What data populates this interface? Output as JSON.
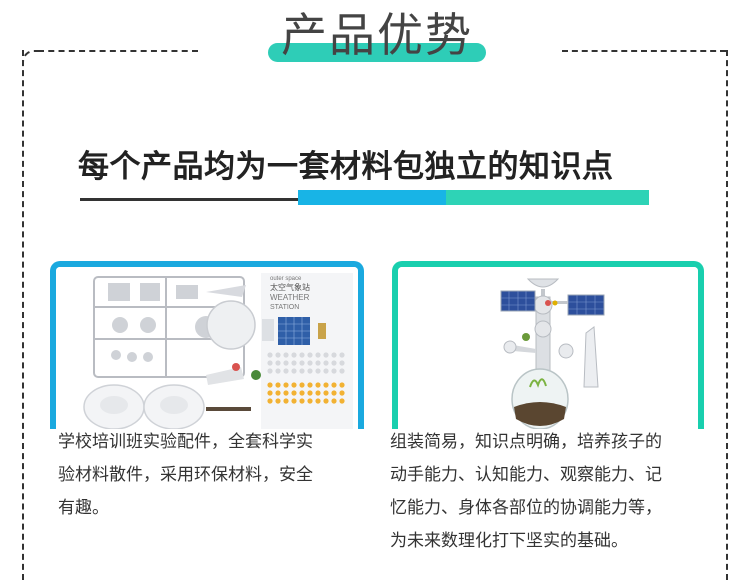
{
  "header": {
    "title": "产品优势"
  },
  "section": {
    "heading": "每个产品均为一套材料包独立的知识点"
  },
  "cards": [
    {
      "image_label_small": "outer space",
      "image_label_cn": "太空气象站",
      "image_label_en1": "WEATHER",
      "image_label_en2": "STATION",
      "text_lines": [
        "学校培训班实验配件，全套科学实",
        "验材料散件，采用环保材料，安全",
        "有趣。"
      ]
    },
    {
      "text_lines": [
        "组装简易，知识点明确，培养孩子的",
        "动手能力、认知能力、观察能力、记",
        "忆能力、身体各部位的协调能力等，",
        "为未来数理化打下坚实的基础。"
      ]
    }
  ],
  "colors": {
    "title_band": "#2ecdb7",
    "blue": "#18b4e6",
    "green": "#2ed3b6",
    "card_left_border": "#1aa9df",
    "card_right_border": "#19cfae"
  }
}
